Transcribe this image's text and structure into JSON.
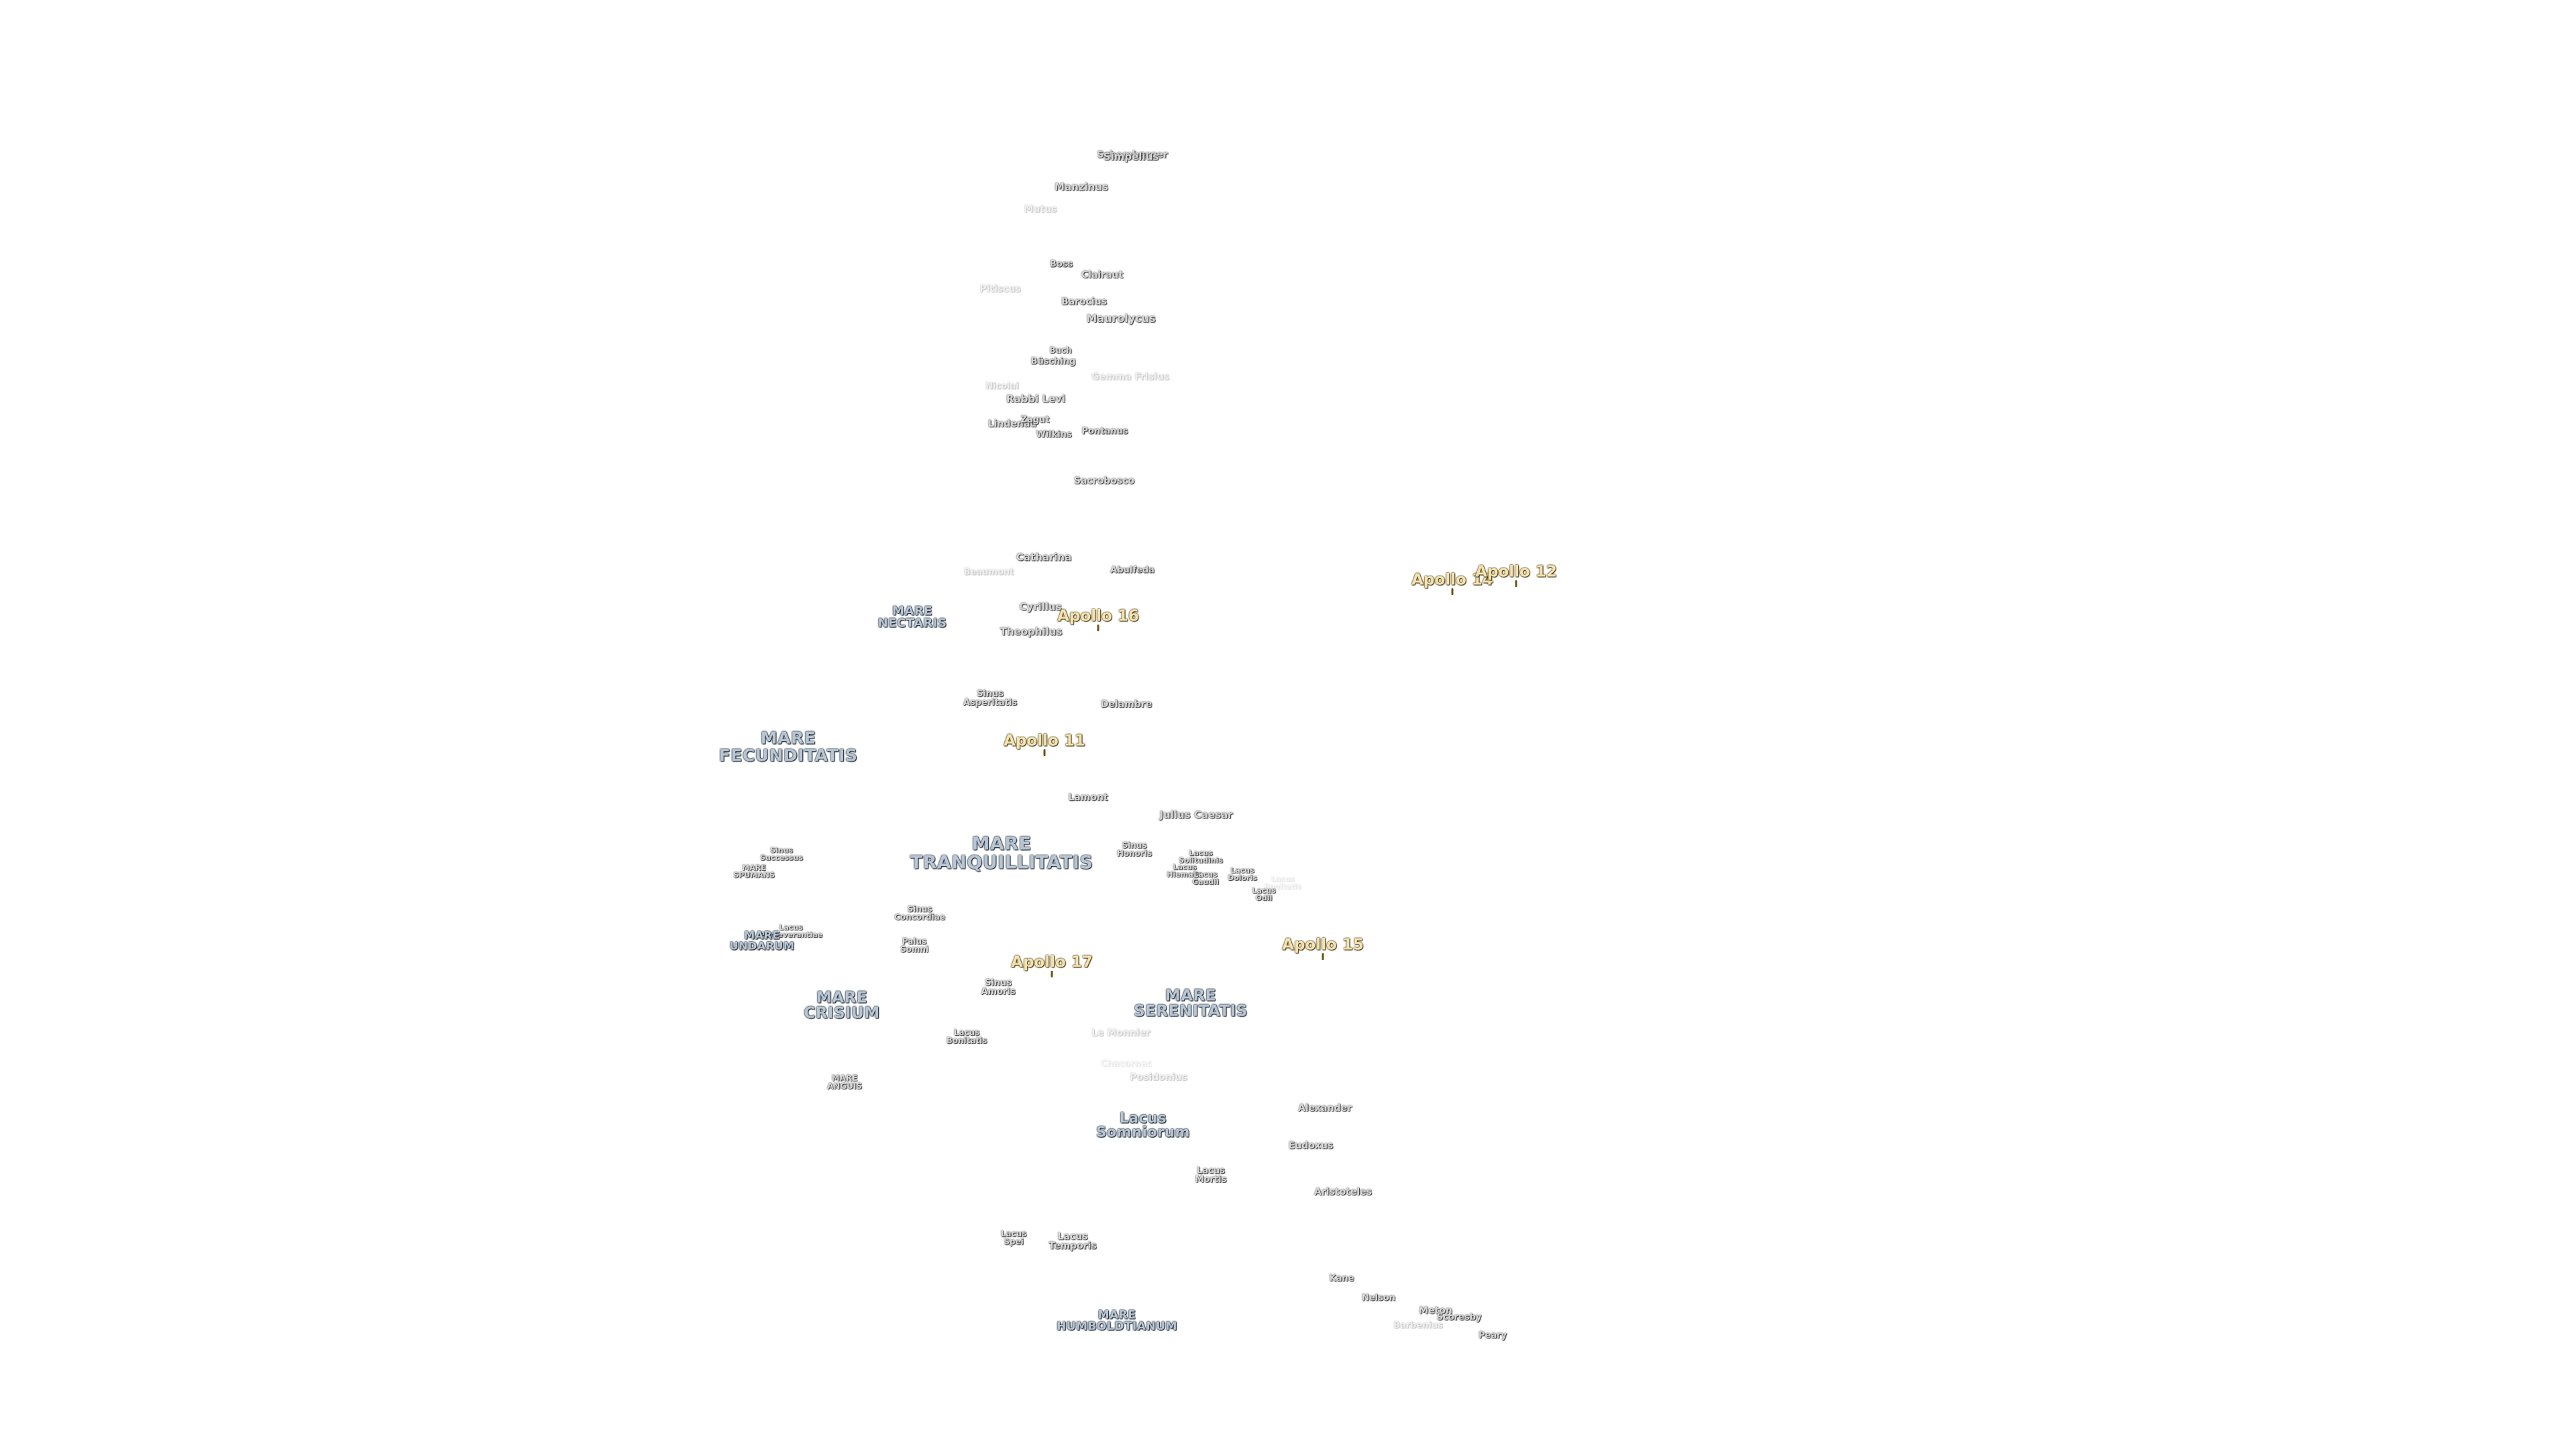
{
  "labels": {
    "simpelius": "Simpelius",
    "schomberger": "Schomberger",
    "manzinus": "Manzinus",
    "mutus": "Mutus",
    "boss": "Boss",
    "clairaut": "Clairaut",
    "pitiscus": "Pitiscus",
    "barocius": "Barocius",
    "maurolycus": "Maurolycus",
    "buch": "Buch",
    "busching": "Büsching",
    "gemma_frisius": "Gemma Frisius",
    "nicolai": "Nicolai",
    "rabbi_levi": "Rabbi Levi",
    "lindenau": "Lindenau",
    "zagut": "Zagut",
    "wilkins": "Wilkins",
    "pontanus": "Pontanus",
    "sacrobosco": "Sacrobosco",
    "catharina": "Catharina",
    "beaumont": "Beaumont",
    "abulfeda": "Abulfeda",
    "cyrillus": "Cyrillus",
    "theophilus": "Theophilus",
    "delambre": "Delambre",
    "lamont": "Lamont",
    "julius_caesar": "Julius Caesar",
    "sinus_honoris": "Sinus\nHonoris",
    "lacus_solitudinis": "Lacus\nSolitudinis",
    "lacus_hiemalis": "Lacus\nHiemalis",
    "lacus_gaudii": "Lacus\nGaudii",
    "lacus_doloris": "Lacus\nDoloris",
    "lacus_lenitatis": "Lacus\nLenitatis",
    "lacus_odii": "Lacus\nOdii",
    "lacus_bonitatis_faint": "Lacus\nBonitatis",
    "sinus_asperitatis": "Sinus\nAsperitatis",
    "sinus_successus": "Sinus\nSuccessus",
    "mare_spumans": "MARE\nSPUMANS",
    "sinus_concordiae": "Sinus\nConcordiae",
    "palus_somni": "Palus\nSomni",
    "lacus_perseverantiae": "Lacus\nPerseverantiae",
    "mare_undarum": "MARE\nUNDARUM",
    "sinus_amoris": "Sinus\nAmoris",
    "lacus_bonitatis": "Lacus\nBonitatis",
    "mare_anguis": "MARE\nANGUIS",
    "le_monnier": "Le Monnier",
    "chacornac": "Chacornac",
    "posidonius": "Posidonius",
    "alexander": "Alexander",
    "eudoxus": "Eudoxus",
    "lacus_mortis": "Lacus\nMortis",
    "aristoteles": "Aristoteles",
    "lacus_spei": "Lacus\nSpei",
    "lacus_temporis": "Lacus\nTemporis",
    "kane": "Kane",
    "nelson": "Nelson",
    "meton": "Meton",
    "scoresby": "Scoresby",
    "barbenius": "Barbenius",
    "peary": "Peary",
    "mare_nectaris": "MARE\nNECTARIS",
    "mare_fecunditatis": "MARE\nFECUNDITATIS",
    "mare_tranquillitatis": "MARE\nTRANQUILLITATIS",
    "mare_crisium": "MARE\nCRISIUM",
    "mare_serenitatis": "MARE\nSERENITATIS",
    "lacus_somniorum": "Lacus\nSomniorum",
    "mare_humboldtianum": "MARE\nHUMBOLDTIANUM",
    "apollo_16": "Apollo 16",
    "apollo_11": "Apollo 11",
    "apollo_17": "Apollo 17",
    "apollo_15": "Apollo 15",
    "apollo_14": "Apollo 14",
    "apollo_12": "Apollo 12"
  },
  "colors": {
    "background": "#ffffff",
    "sea_text": "#b8c6d4",
    "crater_text": "#d8d8d8",
    "apollo_text": "#f4e3b0"
  }
}
